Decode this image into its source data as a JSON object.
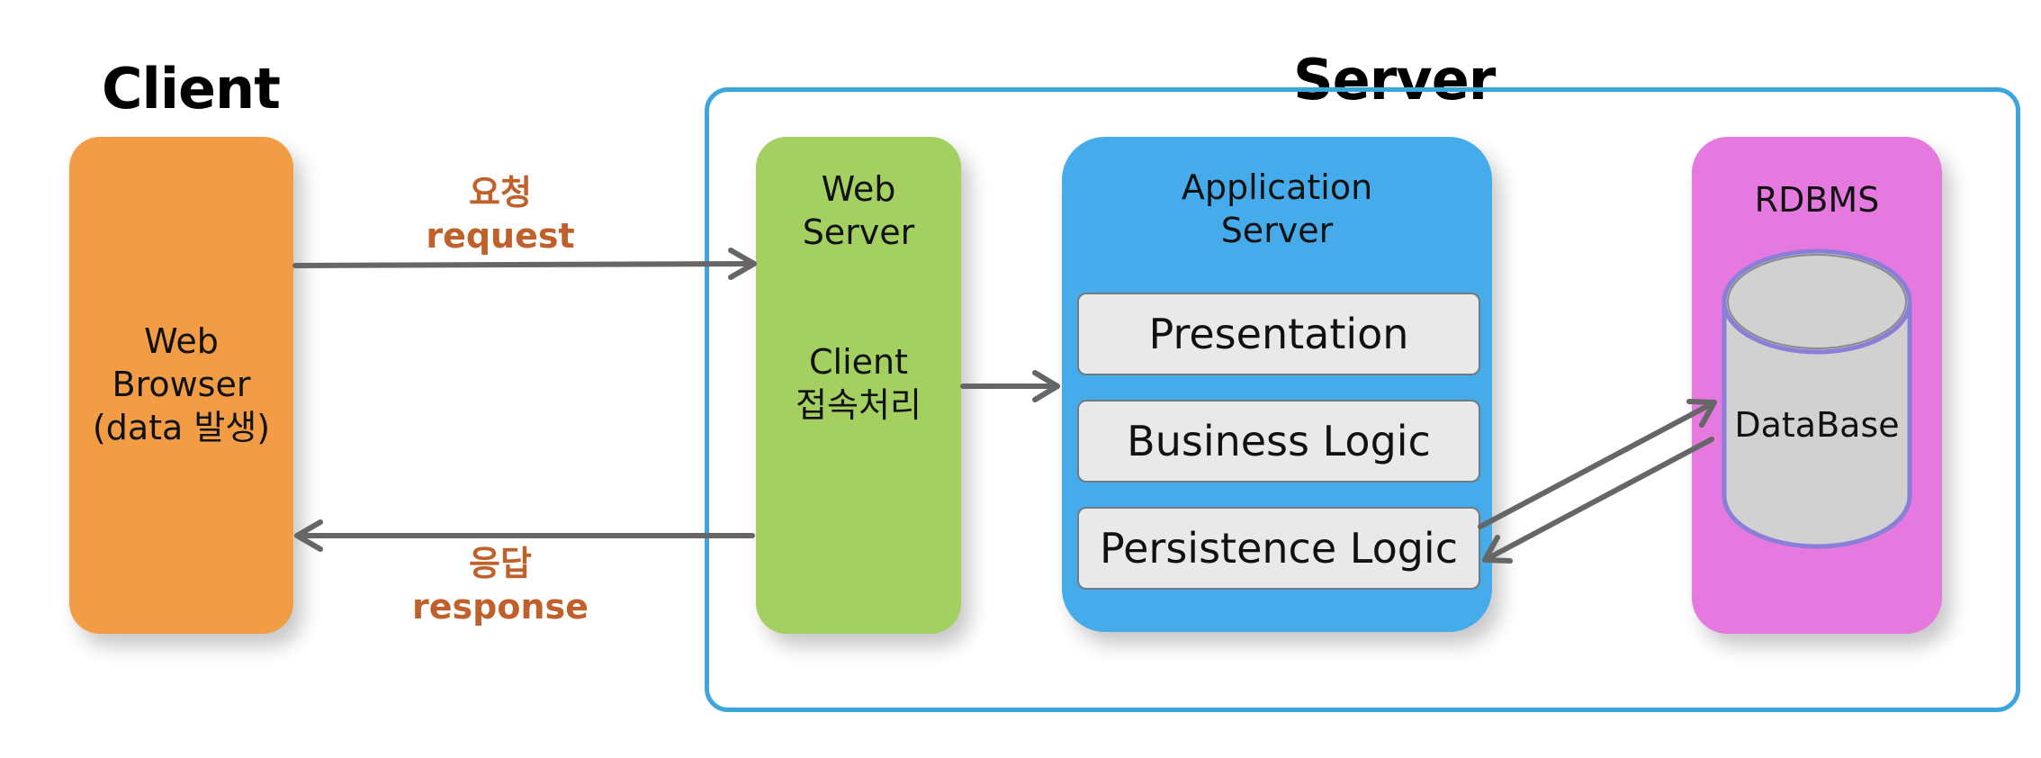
{
  "titles": {
    "client": "Client",
    "server": "Server"
  },
  "client_box": {
    "label": "Web\nBrowser\n(data 발생)"
  },
  "web_server": {
    "title": "Web\nServer",
    "subtitle": "Client\n접속처리"
  },
  "app_server": {
    "title": "Application\nServer",
    "layers": [
      "Presentation",
      "Business Logic",
      "Persistence Logic"
    ]
  },
  "rdbms": {
    "title": "RDBMS",
    "db_label": "DataBase"
  },
  "arrows": {
    "request_ko": "요청",
    "request_en": "request",
    "response_ko": "응답",
    "response_en": "response"
  },
  "colors": {
    "client": "#f29d45",
    "web_server": "#a3d060",
    "app_server": "#45abea",
    "rdbms": "#e679e0",
    "database": "#d1d1d1",
    "server_border": "#3da5dc",
    "arrow": "#666666",
    "arrow_label": "#c0602a"
  }
}
